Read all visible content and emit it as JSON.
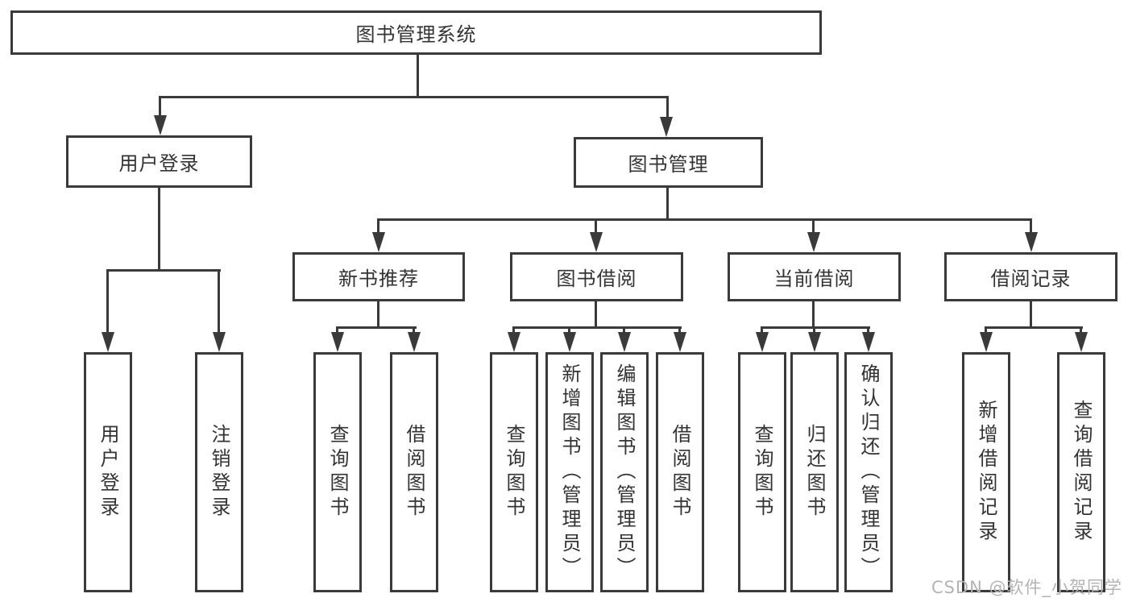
{
  "diagram": {
    "title": "图书管理系统",
    "branches": [
      {
        "label": "用户登录",
        "leaves": [
          "用户登录",
          "注销登录"
        ]
      },
      {
        "label": "图书管理",
        "groups": [
          {
            "label": "新书推荐",
            "leaves": [
              "查询图书",
              "借阅图书"
            ]
          },
          {
            "label": "图书借阅",
            "leaves": [
              "查询图书",
              "新增图书（管理员）",
              "编辑图书（管理员）",
              "借阅图书"
            ]
          },
          {
            "label": "当前借阅",
            "leaves": [
              "查询图书",
              "归还图书",
              "确认归还（管理员）"
            ]
          },
          {
            "label": "借阅记录",
            "leaves": [
              "新增借阅记录",
              "查询借阅记录"
            ]
          }
        ]
      }
    ]
  },
  "watermark": {
    "text": "CSDN @软件_小贺同学"
  },
  "colors": {
    "line": "#3a3a3a",
    "text": "#333333",
    "background": "#ffffff",
    "watermark": "#b3b3b3"
  }
}
